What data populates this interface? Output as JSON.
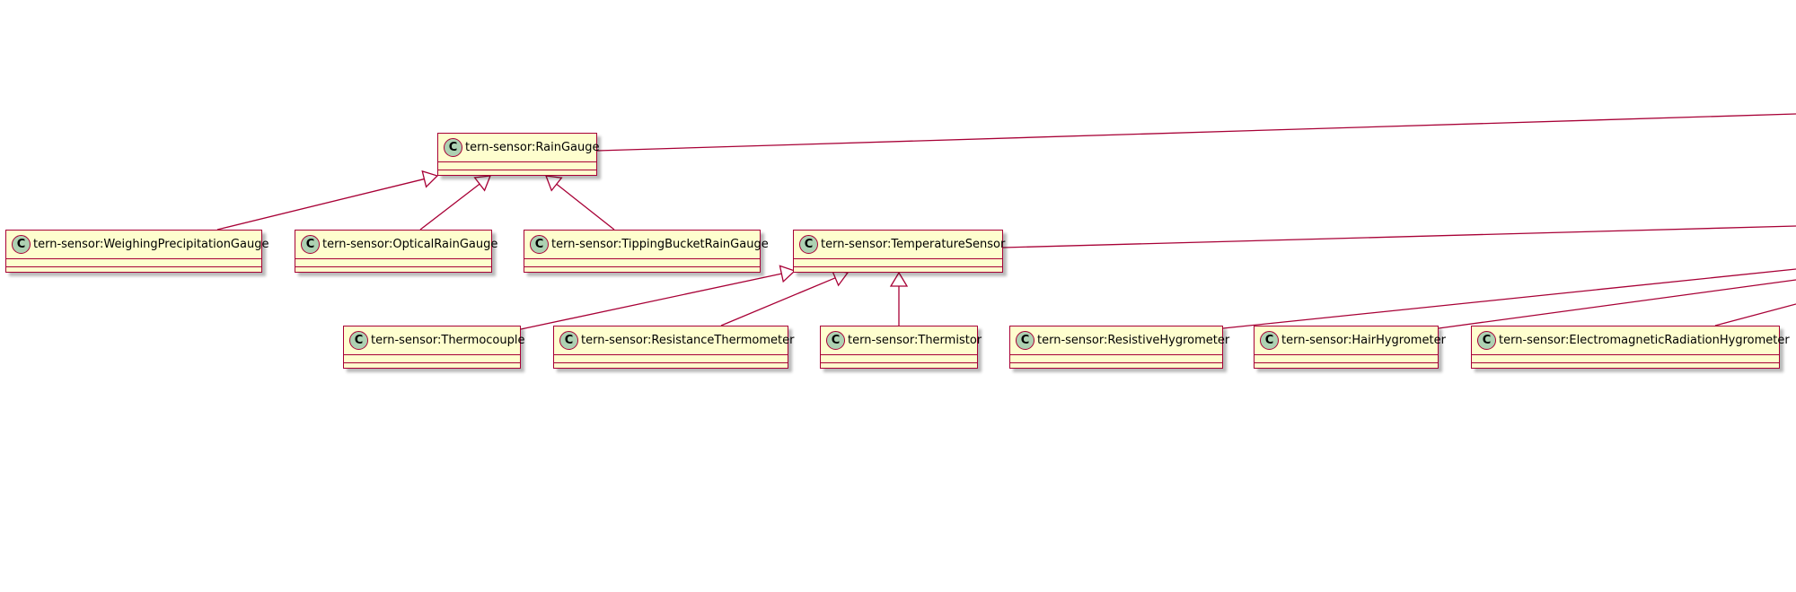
{
  "diagram": {
    "classes": [
      {
        "id": "rain",
        "name": "tern-sensor:RainGauge"
      },
      {
        "id": "weigh",
        "name": "tern-sensor:WeighingPrecipitationGauge"
      },
      {
        "id": "optical",
        "name": "tern-sensor:OpticalRainGauge"
      },
      {
        "id": "tipping",
        "name": "tern-sensor:TippingBucketRainGauge"
      },
      {
        "id": "temp",
        "name": "tern-sensor:TemperatureSensor"
      },
      {
        "id": "thermocouple",
        "name": "tern-sensor:Thermocouple"
      },
      {
        "id": "resistance",
        "name": "tern-sensor:ResistanceThermometer"
      },
      {
        "id": "thermistor",
        "name": "tern-sensor:Thermistor"
      },
      {
        "id": "resistive",
        "name": "tern-sensor:ResistiveHygrometer"
      },
      {
        "id": "hair",
        "name": "tern-sensor:HairHygrometer"
      },
      {
        "id": "emr",
        "name": "tern-sensor:ElectromagneticRadiationHygrometer"
      }
    ],
    "badge_letter": "C",
    "colors": {
      "fill": "#FEFECE",
      "border": "#A80036",
      "badge": "#ADD1B2",
      "line": "#A80036"
    }
  }
}
